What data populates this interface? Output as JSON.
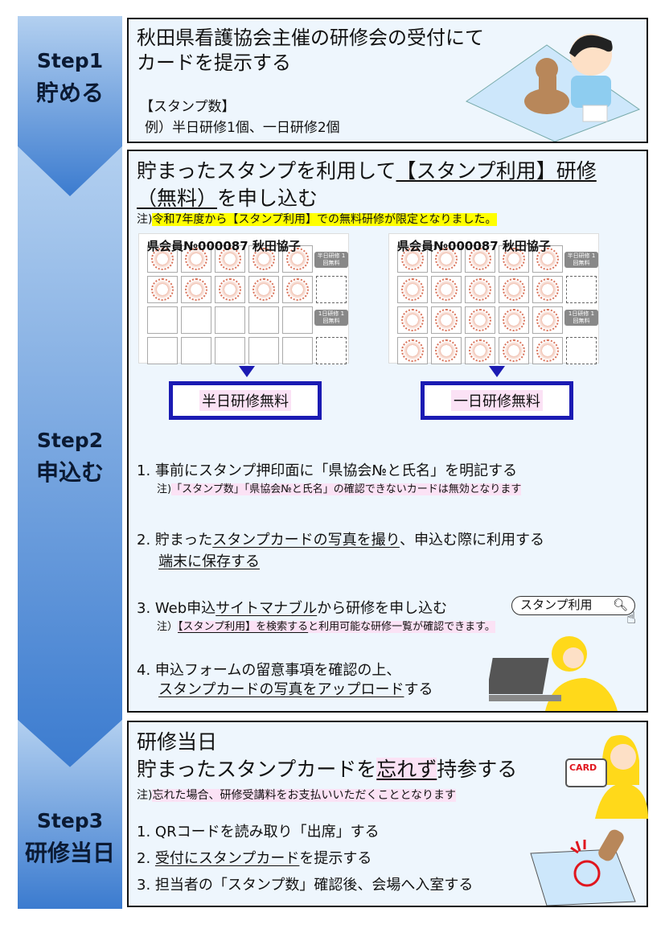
{
  "steps": [
    {
      "label": "Step1",
      "title": "貯める"
    },
    {
      "label": "Step2",
      "title": "申込む"
    },
    {
      "label": "Step3",
      "title": "研修当日"
    }
  ],
  "step1": {
    "heading1": "秋田県看護協会主催の研修会の受付にて",
    "heading2": "カードを提示する",
    "count_title": "【スタンプ数】",
    "count_example": "例）半日研修1個、一日研修2個"
  },
  "step2": {
    "heading_a": "貯まったスタンプを利用して",
    "heading_b": "【スタンプ利用】研修",
    "heading_c": "（無料）",
    "heading_d": "を申し込む",
    "note_prefix": "注)",
    "note": "令和7年度から【スタンプ利用】での無料研修が限定となりました。",
    "cards": [
      {
        "name": "県会員№000087  秋田協子",
        "stamps": 10,
        "tag1": "半日研修 1回無料",
        "tag2": "1日研修 1回無料",
        "result": "半日研修無料"
      },
      {
        "name": "県会員№000087  秋田協子",
        "stamps": 20,
        "tag1": "半日研修 1回無料",
        "tag2": "1日研修 1回無料",
        "result": "一日研修無料"
      }
    ],
    "items": [
      {
        "num": "1.",
        "text": "事前にスタンプ押印面に「県協会№と氏名」を明記する",
        "note_prefix": "注)",
        "note": "「スタンプ数」「県協会№と氏名」の確認できないカードは無効となります"
      },
      {
        "num": "2.",
        "text_a": "貯まった",
        "text_b": "スタンプカードの写真を撮り",
        "text_c": "、申込む際に利用する",
        "text_d": "端末に保存する"
      },
      {
        "num": "3.",
        "text_a": "Web申込",
        "text_b": "サイトマナブル",
        "text_c": "から研修を申し込む",
        "note_prefix": "注）",
        "note_a": "【スタンプ利用】を検索する",
        "note_b": "と利用可能な研修一覧が確認できます。",
        "search_value": "スタンプ利用"
      },
      {
        "num": "4.",
        "text_a": "申込フォームの留意事項を確認の上、",
        "text_b": "スタンプカードの写真をアップロード",
        "text_c": "する"
      }
    ]
  },
  "step3": {
    "heading1": "研修当日",
    "heading2_a": "貯まったスタンプカードを",
    "heading2_b": "忘れず",
    "heading2_c": "持参する",
    "card_label": "CARD",
    "note_prefix": "注)",
    "note": "忘れた場合、研修受講料をお支払いいただくこととなります",
    "items": [
      {
        "num": "1.",
        "text": "QRコードを読み取り「出席」する"
      },
      {
        "num": "2.",
        "text_a": "受付にスタンプカード",
        "text_b": "を提示する"
      },
      {
        "num": "3.",
        "text": "担当者の「スタンプ数」確認後、会場へ入室する"
      }
    ]
  }
}
